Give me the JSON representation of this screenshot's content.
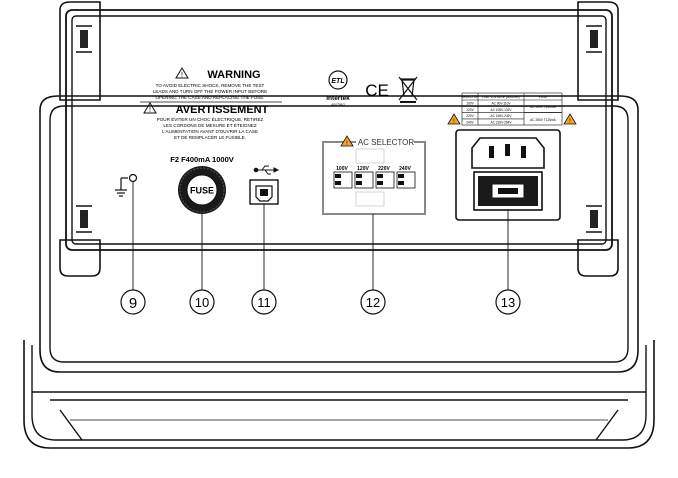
{
  "warning": {
    "heading": "WARNING",
    "lines": [
      "TO AVOID ELECTRIC SHOCK, REMOVE THE TEST",
      "LEADS AND TURN OFF THE POWER INPUT BEFORE",
      "OPENING THE CASE AND REPLACING THE FUSE."
    ]
  },
  "avertissement": {
    "heading": "AVERTISSEMENT",
    "lines": [
      "POUR ÉVITER UN CHOC ÉLECTRIQUE, RETIREZ",
      "LES CORDONS DE MESURE ET ÉTEIGNEZ",
      "L'ALIMENTATION AVANT D'OUVRIR LA CASE",
      "ET DE REMPLACER LE FUSIBLE."
    ]
  },
  "certifications": {
    "etl_mark": "ETL",
    "intertek": "Intertek",
    "intertek_code": "4007862",
    "ce_mark": "CE"
  },
  "fuse_rating": "F2 F400mA  1000V",
  "fuse_label": "FUSE",
  "ac_selector_title": "AC SELECTOR",
  "voltages": [
    "100V",
    "120V",
    "220V",
    "240V"
  ],
  "selector_table": {
    "headers": [
      "SELECTOR",
      "LINE VOLTAGE (50/60Hz)",
      "FUSE"
    ],
    "rows": [
      [
        "100V",
        "AC 90V-110V"
      ],
      [
        "120V",
        "AC 108V-132V"
      ],
      [
        "220V",
        "AC 198V-242V"
      ],
      [
        "240V",
        "AC 216V-264V"
      ]
    ],
    "fuses": [
      "AC 250V T250mA",
      "AC 250V T125mA"
    ]
  },
  "callouts": [
    "9",
    "10",
    "11",
    "12",
    "13"
  ],
  "colors": {
    "line": "#111111",
    "warning_triangle": "#f5a623",
    "background": "#ffffff"
  },
  "icons": [
    "ground-icon",
    "usb-icon",
    "weee-bin-icon",
    "warning-triangle-icon",
    "fuse-holder-icon",
    "iec-power-socket-icon"
  ]
}
